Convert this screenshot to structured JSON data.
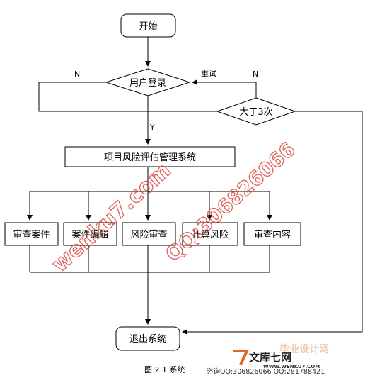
{
  "nodes": {
    "start": "开始",
    "login": "用户登录",
    "retry_check": "大于3次",
    "system": "项目风险评估管理系统",
    "modules": [
      "审查案件",
      "案件编辑",
      "风险审查",
      "计算风险",
      "审查内容"
    ],
    "exit": "退出系统"
  },
  "edge_labels": {
    "login_no": "N",
    "retry": "重试",
    "retry_no": "N",
    "login_yes": "Y"
  },
  "caption": "图 2.1 系统",
  "watermark": {
    "text1": "wenku7.com",
    "text2": "QQ:306826066",
    "color": "#d8463e"
  },
  "branding": {
    "site": "文库七网",
    "url": "WWW.WENKU7.COM",
    "contact": "咨询QQ:306826066 QQ:281788421",
    "partial_title": "毕业设计网",
    "accent": "#e06a1b"
  }
}
